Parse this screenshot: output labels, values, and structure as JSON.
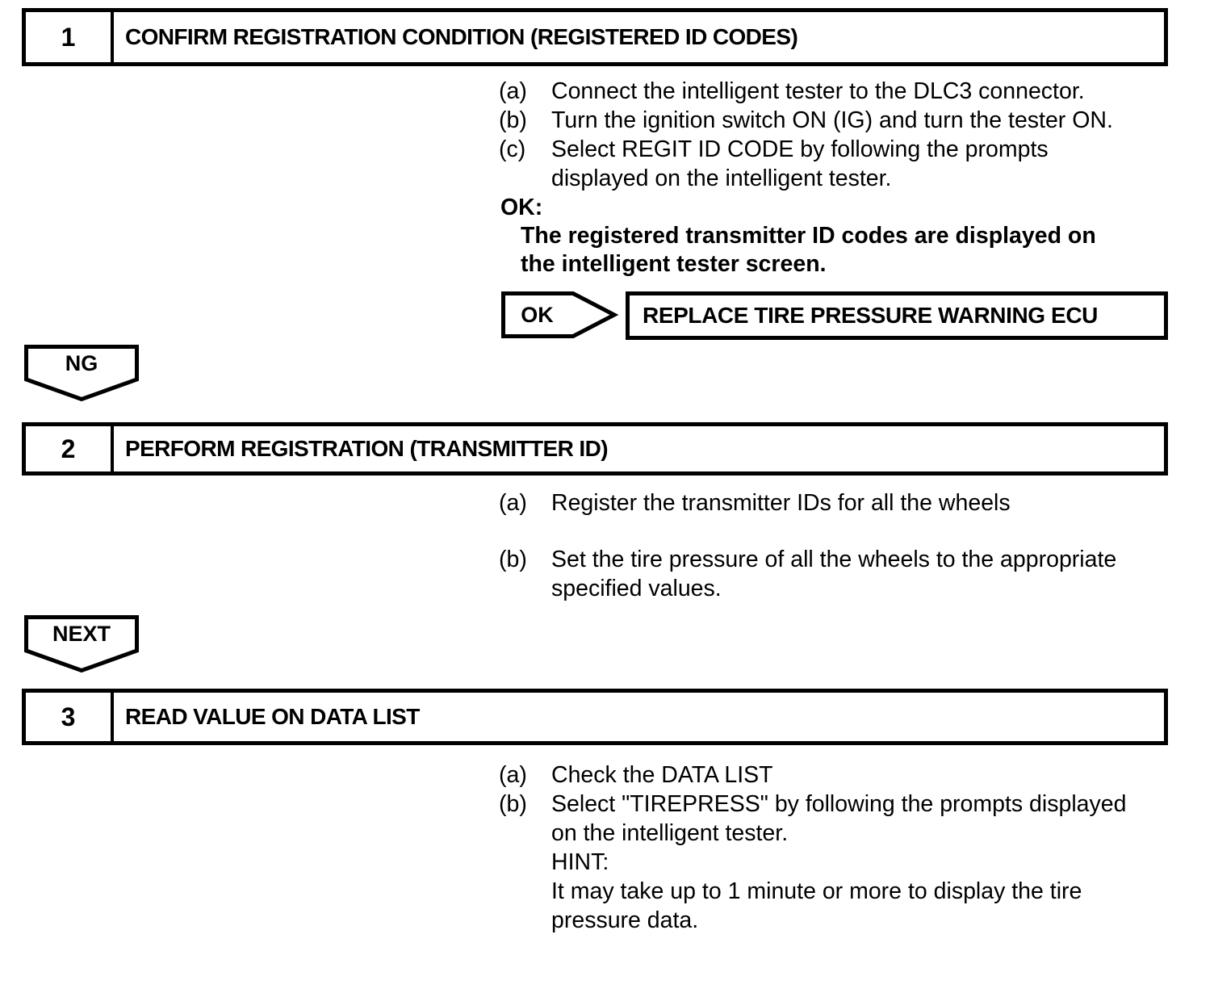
{
  "page": {
    "background_color": "#ffffff",
    "text_color": "#000000",
    "border_color": "#000000"
  },
  "steps": [
    {
      "number": "1",
      "title": "CONFIRM REGISTRATION CONDITION (REGISTERED ID CODES)",
      "lines": [
        {
          "label": "(a)",
          "text": "Connect the intelligent tester to the DLC3 connector."
        },
        {
          "label": "(b)",
          "text": "Turn the ignition switch ON (IG) and turn the tester ON."
        },
        {
          "label": "(c)",
          "text": "Select REGIT ID CODE by following the prompts"
        },
        {
          "label": "",
          "text": "displayed on the intelligent tester."
        }
      ],
      "ok_note": {
        "heading": "OK:",
        "line1": "The registered transmitter ID codes are displayed on",
        "line2": "the intelligent tester screen."
      },
      "ok_connector": {
        "label": "OK",
        "action": "REPLACE TIRE PRESSURE WARNING ECU"
      },
      "exit_connector": {
        "label": "NG"
      }
    },
    {
      "number": "2",
      "title": "PERFORM REGISTRATION (TRANSMITTER ID)",
      "lines": [
        {
          "label": "(a)",
          "text": "Register the transmitter IDs for all the wheels"
        },
        {
          "label": "(b)",
          "text": "Set the tire pressure of all the wheels to the appropriate"
        },
        {
          "label": "",
          "text": "specified values."
        }
      ],
      "exit_connector": {
        "label": "NEXT"
      }
    },
    {
      "number": "3",
      "title": "READ VALUE ON DATA LIST",
      "lines": [
        {
          "label": "(a)",
          "text": "Check the DATA LIST"
        },
        {
          "label": "(b)",
          "text": "Select \"TIREPRESS\" by following the prompts displayed"
        },
        {
          "label": "",
          "text": "on the intelligent tester."
        },
        {
          "label": "",
          "text": "HINT:"
        },
        {
          "label": "",
          "text": "It may take up to 1 minute or more to display the tire"
        },
        {
          "label": "",
          "text": "pressure data."
        }
      ]
    }
  ]
}
